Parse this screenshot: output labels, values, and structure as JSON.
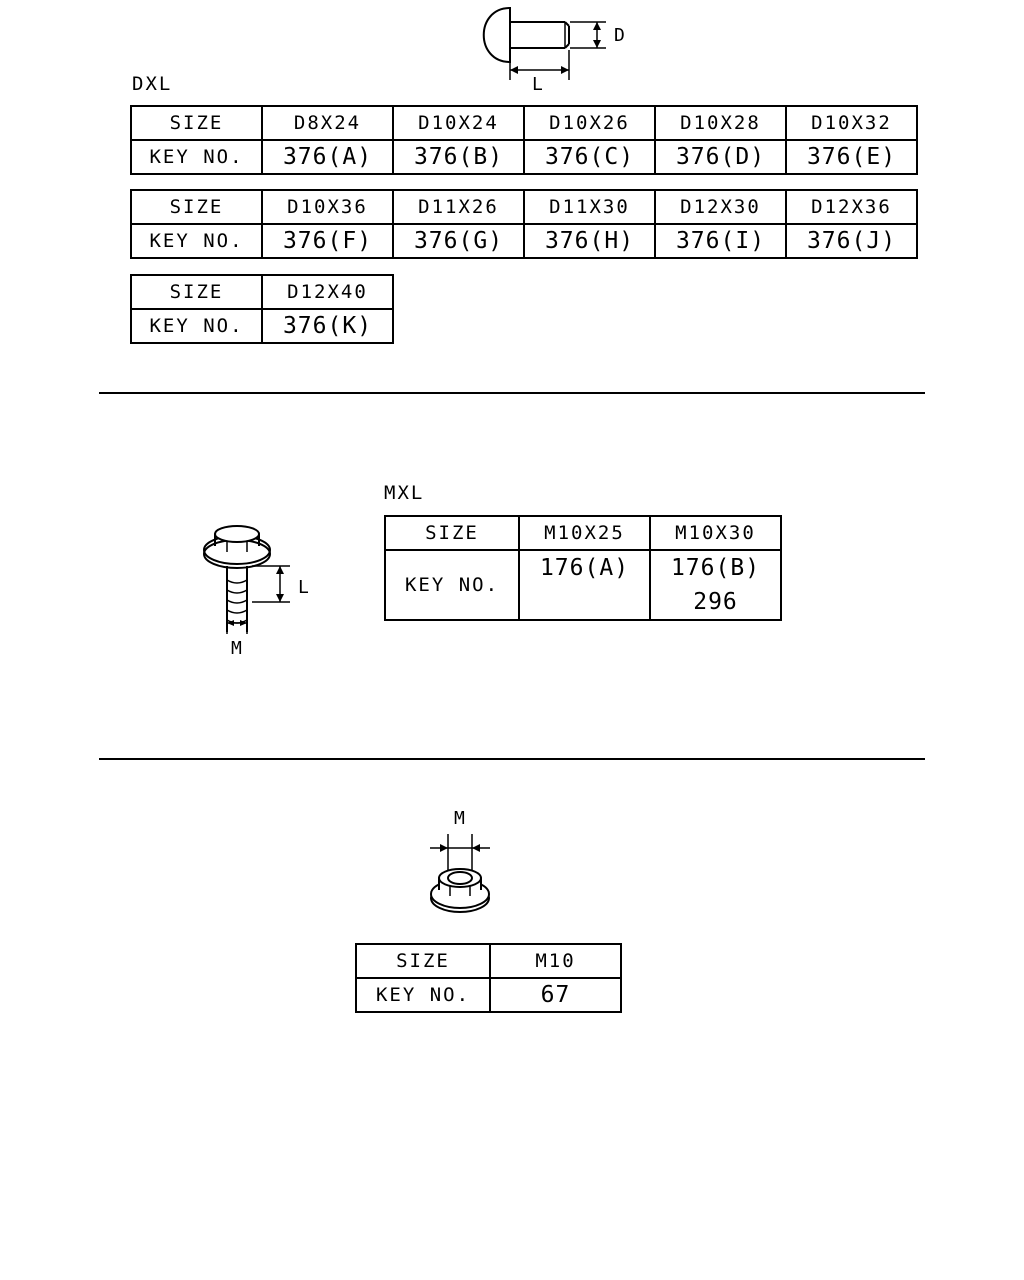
{
  "dxl": {
    "title": "DXL",
    "dim_d": "D",
    "dim_l": "L",
    "row_size_label": "SIZE",
    "row_key_label": "KEY NO.",
    "table1": {
      "sizes": [
        "D8X24",
        "D10X24",
        "D10X26",
        "D10X28",
        "D10X32"
      ],
      "keys": [
        "376(A)",
        "376(B)",
        "376(C)",
        "376(D)",
        "376(E)"
      ]
    },
    "table2": {
      "sizes": [
        "D10X36",
        "D11X26",
        "D11X30",
        "D12X30",
        "D12X36"
      ],
      "keys": [
        "376(F)",
        "376(G)",
        "376(H)",
        "376(I)",
        "376(J)"
      ]
    },
    "table3": {
      "sizes": [
        "D12X40"
      ],
      "keys": [
        "376(K)"
      ]
    }
  },
  "mxl": {
    "title": "MXL",
    "dim_m": "M",
    "dim_l": "L",
    "row_size_label": "SIZE",
    "row_key_label": "KEY NO.",
    "sizes": [
      "M10X25",
      "M10X30"
    ],
    "keys": [
      [
        "176(A)"
      ],
      [
        "176(B)",
        "296"
      ]
    ]
  },
  "nut": {
    "dim_m": "M",
    "row_size_label": "SIZE",
    "row_key_label": "KEY NO.",
    "sizes": [
      "M10"
    ],
    "keys": [
      "67"
    ]
  }
}
